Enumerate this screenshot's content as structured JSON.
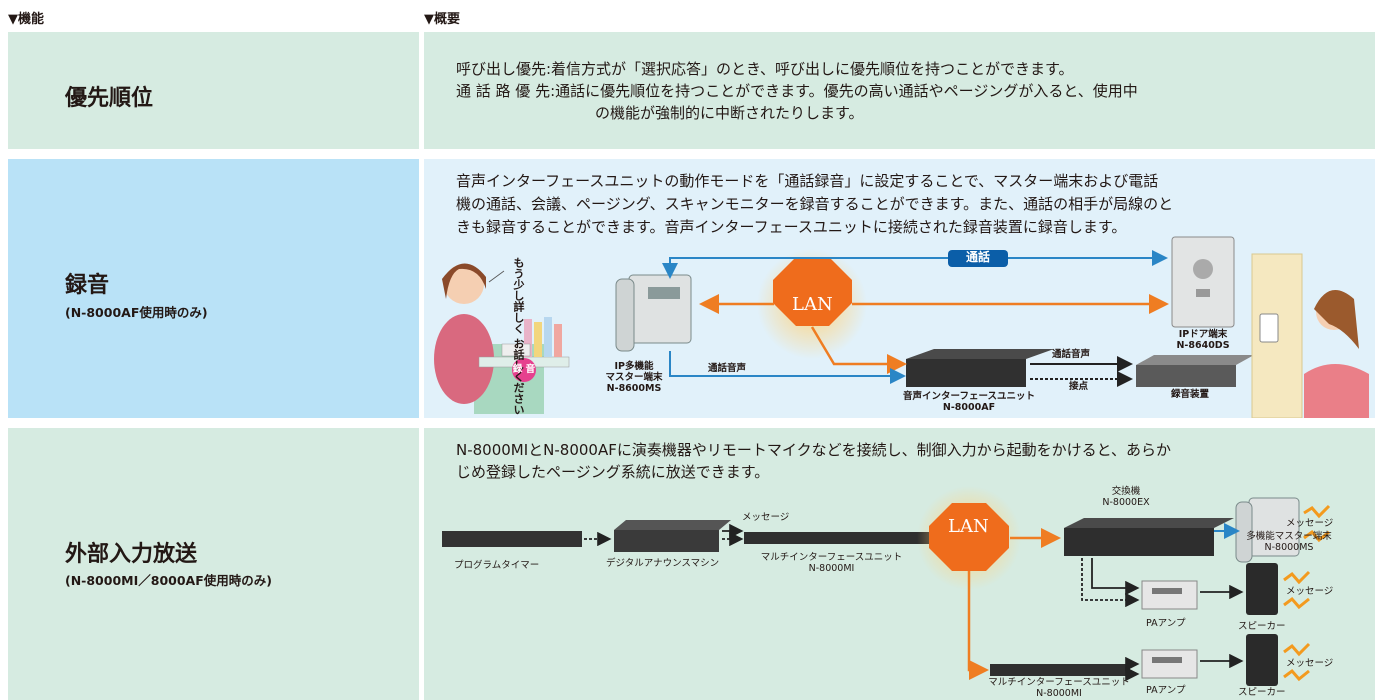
{
  "header": {
    "col1": "▼機能",
    "col2": "▼概要"
  },
  "rows": {
    "priority": {
      "title": "優先順位",
      "line1": "呼び出し優先:着信方式が「選択応答」のとき、呼び出しに優先順位を持つことができます。",
      "line2": "通 話 路 優 先:通話に優先順位を持つことができます。優先の高い通話やページングが入ると、使用中",
      "line3": "の機能が強制的に中断されたりします。"
    },
    "recording": {
      "title": "録音",
      "subtitle": "(N-8000AF使用時のみ)",
      "line1": "音声インターフェースユニットの動作モードを「通話録音」に設定することで、マスター端末および電話",
      "line2": "機の通話、会議、ページング、スキャンモニターを録音することができます。また、通話の相手が局線のと",
      "line3": "きも録音することができます。音声インターフェースユニットに接続された録音装置に録音します。",
      "speech": [
        "もう少し詳しく",
        "お話しください"
      ],
      "badge": "録 音",
      "tsuwa": "通話",
      "lan": "LAN",
      "master_label": [
        "IP多機能",
        "マスター端末",
        "N-8600MS"
      ],
      "call_audio_1": "通話音声",
      "call_audio_2": "通話音声",
      "contact": "接点",
      "door_label": [
        "IPドア端末",
        "N-8640DS"
      ],
      "af_label": [
        "音声インターフェースユニット",
        "N-8000AF"
      ],
      "recorder": "録音装置"
    },
    "external": {
      "title": "外部入力放送",
      "subtitle": "(N-8000MI／8000AF使用時のみ)",
      "line1": "N-8000MIとN-8000AFに演奏機器やリモートマイクなどを接続し、制御入力から起動をかけると、あらか",
      "line2": "じめ登録したページング系統に放送できます。",
      "message_top": "メッセージ",
      "lan": "LAN",
      "timer": "プログラムタイマー",
      "announce": "デジタルアナウンスマシン",
      "mi_label_1": [
        "マルチインターフェースユニット",
        "N-8000MI"
      ],
      "exchange": [
        "交換機",
        "N-8000EX"
      ],
      "master": [
        "多機能マスター端末",
        "N-8000MS"
      ],
      "msg_1": "メッセージ",
      "msg_2": "メッセージ",
      "msg_3": "メッセージ",
      "pa_1": "PAアンプ",
      "pa_2": "PAアンプ",
      "speaker_1": "スピーカー",
      "speaker_2": "スピーカー",
      "mi_label_2": [
        "マルチインターフェースユニット",
        "N-8000MI"
      ]
    }
  },
  "colors": {
    "green": "#d6ebe1",
    "blue": "#b9e2f7",
    "lightblue": "#e1f1fa",
    "orange": "#ef7d22",
    "arrowblue": "#2a86c6",
    "navy": "#0b4f9c"
  }
}
